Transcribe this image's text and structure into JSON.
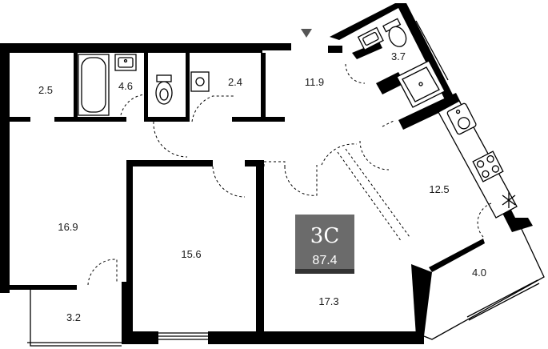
{
  "apartment": {
    "type": "3С",
    "total_area": "87.4",
    "badge_color": "#6b6b6b",
    "badge_stripe_color": "#333333"
  },
  "rooms": [
    {
      "id": "hall-left",
      "area": "2.5"
    },
    {
      "id": "bathroom",
      "area": "4.6"
    },
    {
      "id": "toilet",
      "area": "2.4"
    },
    {
      "id": "corridor",
      "area": "11.9"
    },
    {
      "id": "bathroom-2",
      "area": "3.7"
    },
    {
      "id": "bedroom-left",
      "area": "16.9"
    },
    {
      "id": "bedroom-middle",
      "area": "15.6"
    },
    {
      "id": "living-room",
      "area": "17.3"
    },
    {
      "id": "kitchen",
      "area": "12.5"
    },
    {
      "id": "balcony-right",
      "area": "4.0"
    },
    {
      "id": "balcony-left",
      "area": "3.2"
    }
  ],
  "icons": [
    "bathtub-icon",
    "sink-icon",
    "toilet-icon",
    "washer-icon",
    "shower-icon",
    "stove-icon",
    "kitchen-sink-icon",
    "vent-icon",
    "entrance-arrow-icon"
  ]
}
